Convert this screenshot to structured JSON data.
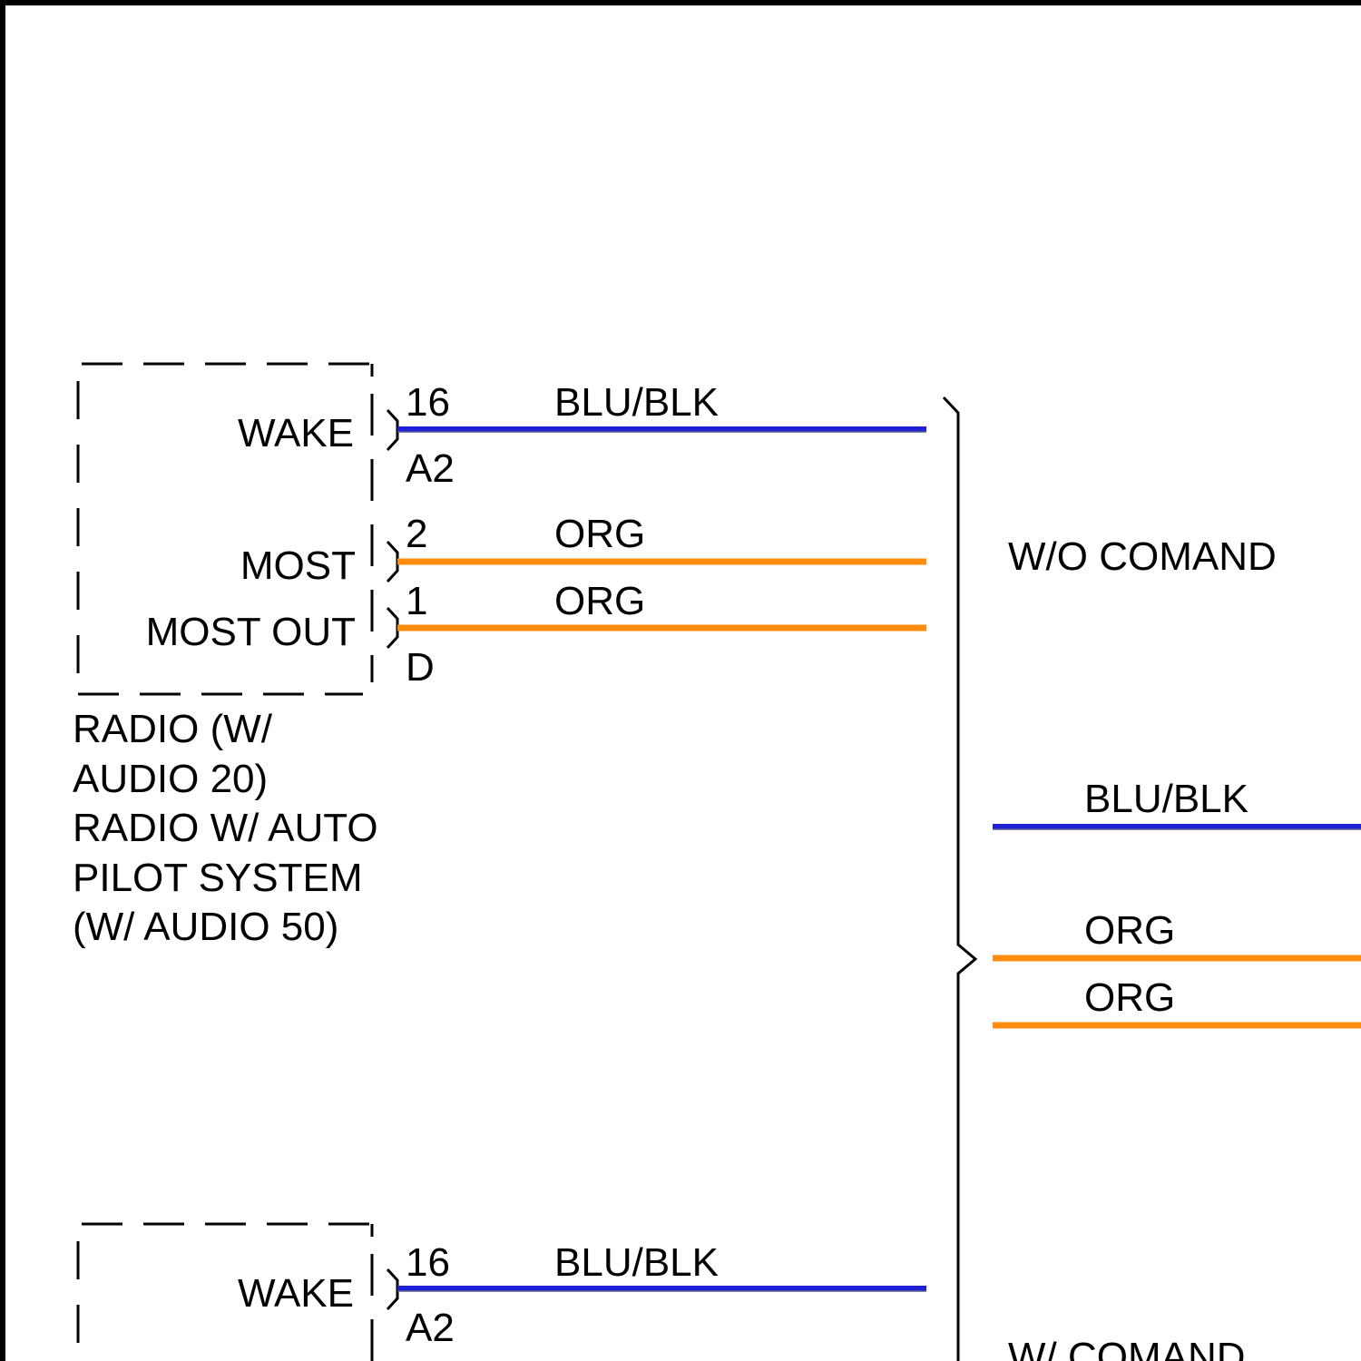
{
  "colors": {
    "frame": "#000000",
    "wire_blu_blk": "#1f1fd6",
    "wire_blu_blk_stripe": "#5a5a8a",
    "wire_org": "#ff8c0f"
  },
  "top_component": {
    "pins": {
      "wake": "WAKE",
      "most": "MOST",
      "most_out": "MOST OUT"
    },
    "pin_numbers": {
      "wake": "16",
      "most": "2",
      "most_out": "1"
    },
    "connectors": {
      "a2": "A2",
      "d": "D"
    },
    "wires": {
      "wake": "BLU/BLK",
      "most": "ORG",
      "most_out": "ORG"
    },
    "label_lines": [
      "RADIO (W/",
      "AUDIO 20)",
      "RADIO W/ AUTO",
      "PILOT SYSTEM",
      "(W/ AUDIO 50)"
    ]
  },
  "bottom_component": {
    "pins": {
      "wake": "WAKE"
    },
    "pin_numbers": {
      "wake": "16"
    },
    "connectors": {
      "a2": "A2"
    },
    "wires": {
      "wake": "BLU/BLK"
    }
  },
  "options": {
    "without_comand": "W/O COMAND",
    "with_comand": "W/ COMAND"
  },
  "merged_wires": {
    "wake": "BLU/BLK",
    "most": "ORG",
    "most_out": "ORG"
  }
}
